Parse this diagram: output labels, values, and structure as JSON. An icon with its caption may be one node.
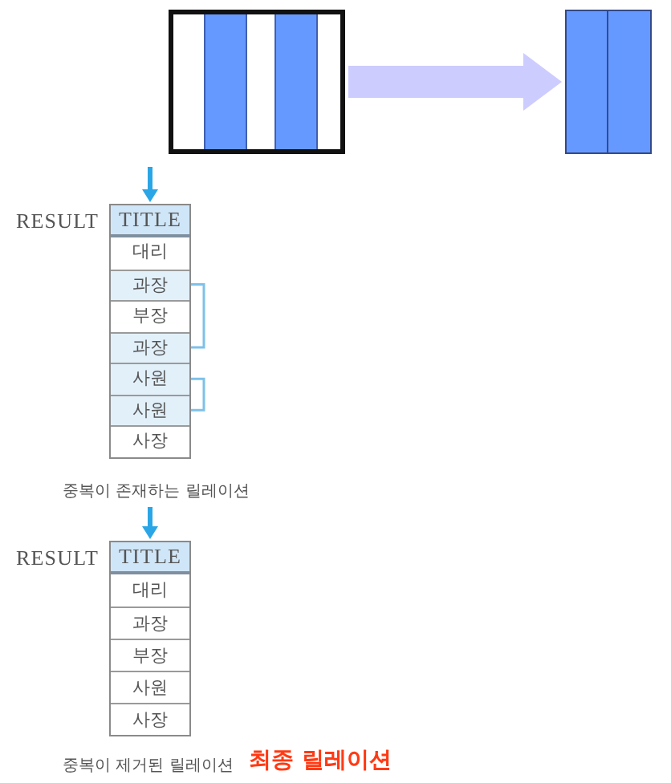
{
  "diagram": {
    "nodes": [
      {
        "text": [],
        "shape": "box"
      },
      {
        "text": [],
        "shape": "box"
      },
      {
        "text": [
          "RESULT"
        ],
        "beside": [
          "중복이 존재하는 릴레이션"
        ]
      },
      {
        "text": [
          "TITLE"
        ],
        "in": 2
      },
      {
        "text": [
          "대리"
        ],
        "in": 2
      },
      {
        "text": [
          "과장"
        ],
        "in": 2
      },
      {
        "text": [
          "부장"
        ],
        "in": 2
      },
      {
        "text": [
          "과장"
        ],
        "in": 2
      },
      {
        "text": [
          "사원"
        ],
        "in": 2
      },
      {
        "text": [
          "사원"
        ],
        "in": 2
      },
      {
        "text": [
          "사장"
        ],
        "in": 2
      },
      {
        "text": [
          "RESULT"
        ],
        "beside": [
          "중복이 제거된 릴레이션",
          "최종 릴레이션"
        ]
      },
      {
        "text": [
          "TITLE"
        ],
        "in": 11
      },
      {
        "text": [
          "대리"
        ],
        "in": 11
      },
      {
        "text": [
          "과장"
        ],
        "in": 11
      },
      {
        "text": [
          "부장"
        ],
        "in": 11
      },
      {
        "text": [
          "사원"
        ],
        "in": 11
      },
      {
        "text": [
          "사장"
        ],
        "in": 11
      }
    ],
    "edges": [
      {
        "from": 0,
        "to": 1,
        "arrow": "to",
        "style": "thick",
        "color": "#ccccff"
      },
      {
        "from": null,
        "to": 2,
        "arrow": "to",
        "color": "#2aa6e6"
      },
      {
        "from": 2,
        "to": 11,
        "arrow": "to",
        "color": "#2aa6e6"
      },
      {
        "from": 5,
        "to": 7,
        "arrow": "none",
        "color": "#7dc1ea"
      },
      {
        "from": 8,
        "to": 9,
        "arrow": "none",
        "color": "#7dc1ea"
      }
    ]
  }
}
